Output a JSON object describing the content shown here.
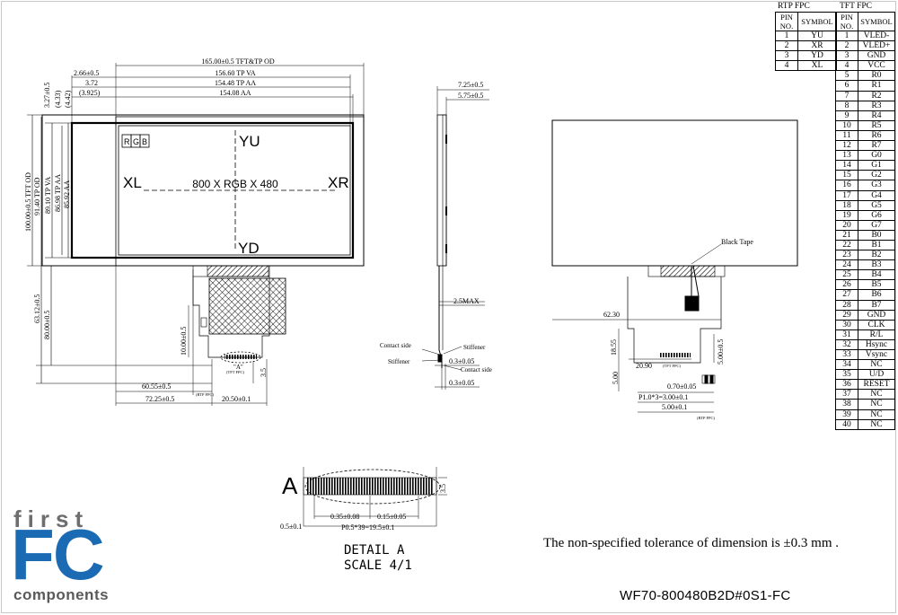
{
  "rtp_fpc": {
    "title": "RTP FPC",
    "headers": [
      "PIN NO.",
      "SYMBOL"
    ],
    "rows": [
      [
        "1",
        "YU"
      ],
      [
        "2",
        "XR"
      ],
      [
        "3",
        "YD"
      ],
      [
        "4",
        "XL"
      ]
    ]
  },
  "tft_fpc": {
    "title": "TFT FPC",
    "headers": [
      "PIN NO.",
      "SYMBOL"
    ],
    "rows": [
      [
        "1",
        "VLED-"
      ],
      [
        "2",
        "VLED+"
      ],
      [
        "3",
        "GND"
      ],
      [
        "4",
        "VCC"
      ],
      [
        "5",
        "R0"
      ],
      [
        "6",
        "R1"
      ],
      [
        "7",
        "R2"
      ],
      [
        "8",
        "R3"
      ],
      [
        "9",
        "R4"
      ],
      [
        "10",
        "R5"
      ],
      [
        "11",
        "R6"
      ],
      [
        "12",
        "R7"
      ],
      [
        "13",
        "G0"
      ],
      [
        "14",
        "G1"
      ],
      [
        "15",
        "G2"
      ],
      [
        "16",
        "G3"
      ],
      [
        "17",
        "G4"
      ],
      [
        "18",
        "G5"
      ],
      [
        "19",
        "G6"
      ],
      [
        "20",
        "G7"
      ],
      [
        "21",
        "B0"
      ],
      [
        "22",
        "B1"
      ],
      [
        "23",
        "B2"
      ],
      [
        "24",
        "B3"
      ],
      [
        "25",
        "B4"
      ],
      [
        "26",
        "B5"
      ],
      [
        "27",
        "B6"
      ],
      [
        "28",
        "B7"
      ],
      [
        "29",
        "GND"
      ],
      [
        "30",
        "CLK"
      ],
      [
        "31",
        "R/L"
      ],
      [
        "32",
        "Hsync"
      ],
      [
        "33",
        "Vsync"
      ],
      [
        "34",
        "NC"
      ],
      [
        "35",
        "U/D"
      ],
      [
        "36",
        "RESET"
      ],
      [
        "37",
        "NC"
      ],
      [
        "38",
        "NC"
      ],
      [
        "39",
        "NC"
      ],
      [
        "40",
        "NC"
      ]
    ]
  },
  "front_view": {
    "dims_top": [
      "165.00±0.5 TFT&TP OD",
      "156.60 TP VA",
      "154.48 TP AA",
      "154.08 AA"
    ],
    "dims_left_small": [
      "2.66±0.5",
      "3.72",
      "(3.925)"
    ],
    "dims_vertical_left": [
      "3.27±0.5",
      "(4.33)",
      "(4.42)"
    ],
    "dims_vertical": [
      "100.00±0.5 TFT OD",
      "91.40 TP OD",
      "89.10 TP VA",
      "86.98 TP AA",
      "85.92 AA"
    ],
    "dims_bottom_left": [
      "63.12±0.5",
      "80.00±0.5"
    ],
    "dims_bottom": [
      "60.55±0.5",
      "72.25±0.5",
      "20.50±0.1",
      "10.00±0.5",
      "3.5"
    ],
    "fpc_labels": [
      "(RTP FPC)",
      "(TFT FPC)",
      "\"A\""
    ],
    "labels": {
      "rgb": [
        "R",
        "G",
        "B"
      ],
      "yu": "YU",
      "yd": "YD",
      "xl": "XL",
      "xr": "XR",
      "resolution": "800 X RGB X 480"
    }
  },
  "side_view": {
    "dims": [
      "7.25±0.5",
      "5.75±0.5",
      "2.5MAX",
      "0.3±0.05",
      "0.3±0.05"
    ],
    "labels": [
      "Contact side",
      "Stiffener",
      "Stiffener",
      "Contact side"
    ]
  },
  "back_view": {
    "labels": {
      "black_tape": "Black Tape",
      "tft_fpc": "(TFT FPC)",
      "rtp_fpc": "(RTP FPC)"
    },
    "dims": [
      "62.30",
      "18.55",
      "20.90",
      "5.00",
      "5.00±0.5",
      "0.70±0.05",
      "P1.0*3=3.00±0.1",
      "5.00±0.1"
    ]
  },
  "detail": {
    "letter": "A",
    "dims": [
      "0.35±0.08",
      "0.15±0.05",
      "0.5±0.1",
      "P0.5*39=19.5±0.1",
      "3.5"
    ],
    "title_line1": "DETAIL A",
    "title_line2": "SCALE 4/1"
  },
  "logo": {
    "top": "first",
    "main": "FC",
    "bottom": "components",
    "brand_color": "#1a6bb3",
    "grey_color": "#6e6e6e"
  },
  "note": "The non-specified tolerance of dimension is ±0.3 mm .",
  "part_number": "WF70-800480B2D#0S1-FC"
}
